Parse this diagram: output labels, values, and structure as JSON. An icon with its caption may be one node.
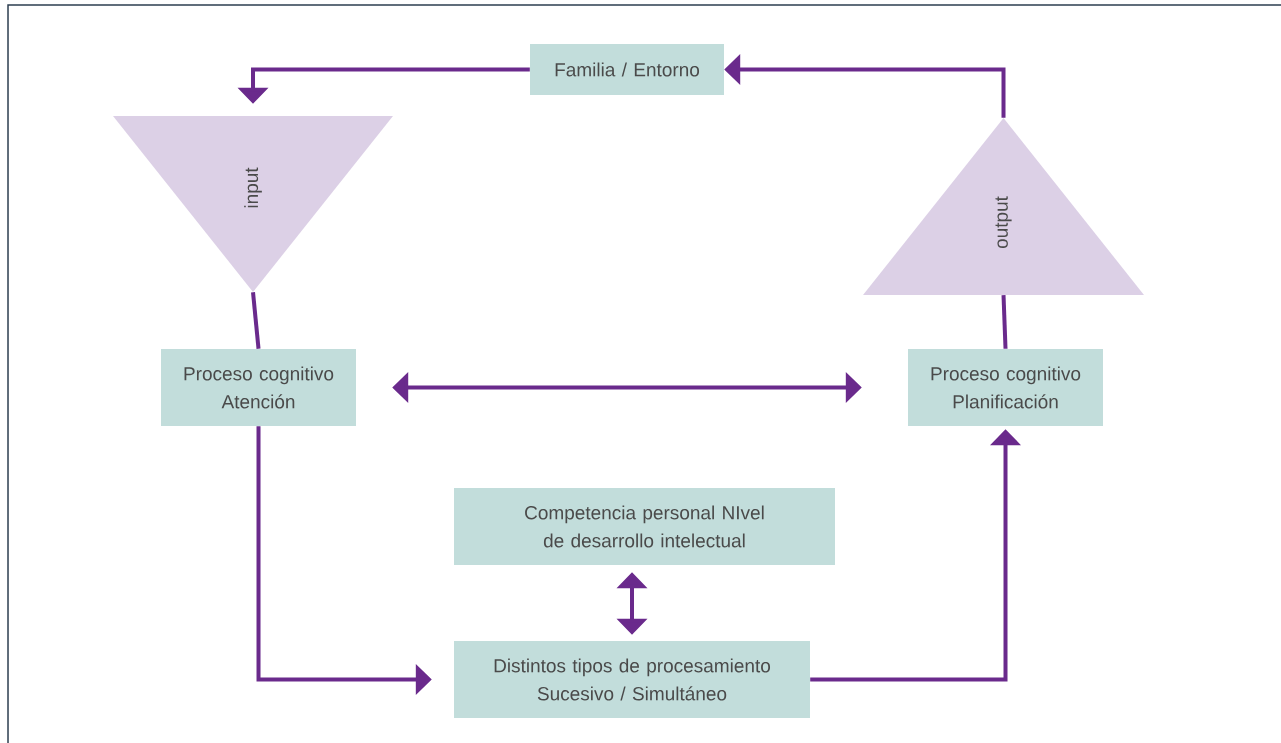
{
  "diagram": {
    "nodes": [
      {
        "text": [
          "Familia / Entorno"
        ]
      },
      {
        "text": [
          "input"
        ]
      },
      {
        "text": [
          "output"
        ]
      },
      {
        "text": [
          "Proceso cognitivo Atención"
        ]
      },
      {
        "text": [
          "Proceso cognitivo Planificación"
        ]
      },
      {
        "text": [
          "Competencia personal NIvel de desarrollo intelectual"
        ]
      },
      {
        "text": [
          "Distintos tipos de procesamiento Sucesivo / Simultáneo"
        ]
      }
    ],
    "edges": [
      {
        "from": 2,
        "to": 0,
        "arrow": "to"
      },
      {
        "from": 0,
        "to": 1,
        "arrow": "to"
      },
      {
        "from": 1,
        "to": 3,
        "arrow": "none"
      },
      {
        "from": 3,
        "to": 6,
        "arrow": "to"
      },
      {
        "from": 3,
        "to": 4,
        "arrow": "both"
      },
      {
        "from": 5,
        "to": 6,
        "arrow": "both"
      },
      {
        "from": 6,
        "to": 4,
        "arrow": "to"
      },
      {
        "from": 4,
        "to": 2,
        "arrow": "none"
      }
    ]
  }
}
